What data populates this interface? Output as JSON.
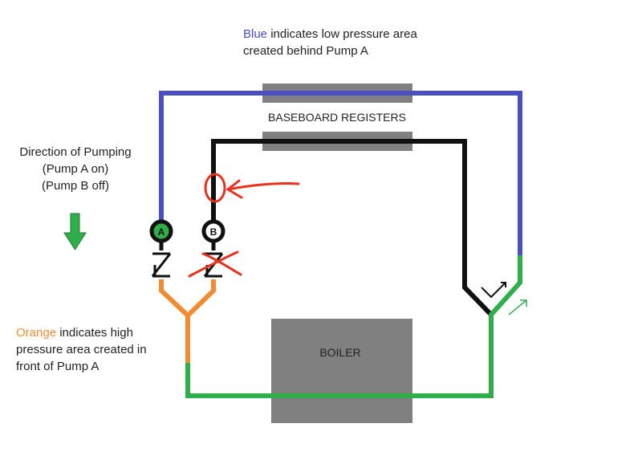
{
  "notes": {
    "blue_word": "Blue",
    "blue_rest_line1": " indicates low pressure area",
    "blue_line2": "created behind Pump A",
    "orange_word": "Orange",
    "orange_rest_line1": " indicates high",
    "orange_line2": "pressure area created in",
    "orange_line3": "front of Pump A"
  },
  "direction": {
    "line1": "Direction of Pumping",
    "line2": "(Pump A on)",
    "line3": "(Pump B off)"
  },
  "components": {
    "baseboard_label": "BASEBOARD REGISTERS",
    "boiler_label": "BOILER",
    "pump_a_label": "A",
    "pump_b_label": "B"
  },
  "colors": {
    "blue": "#4a4fc4",
    "orange": "#f28c34",
    "green": "#2fae4a",
    "black": "#111111",
    "red": "#e8321e",
    "gray_component": "#808080",
    "pump_a_fill": "#2fae4a"
  }
}
